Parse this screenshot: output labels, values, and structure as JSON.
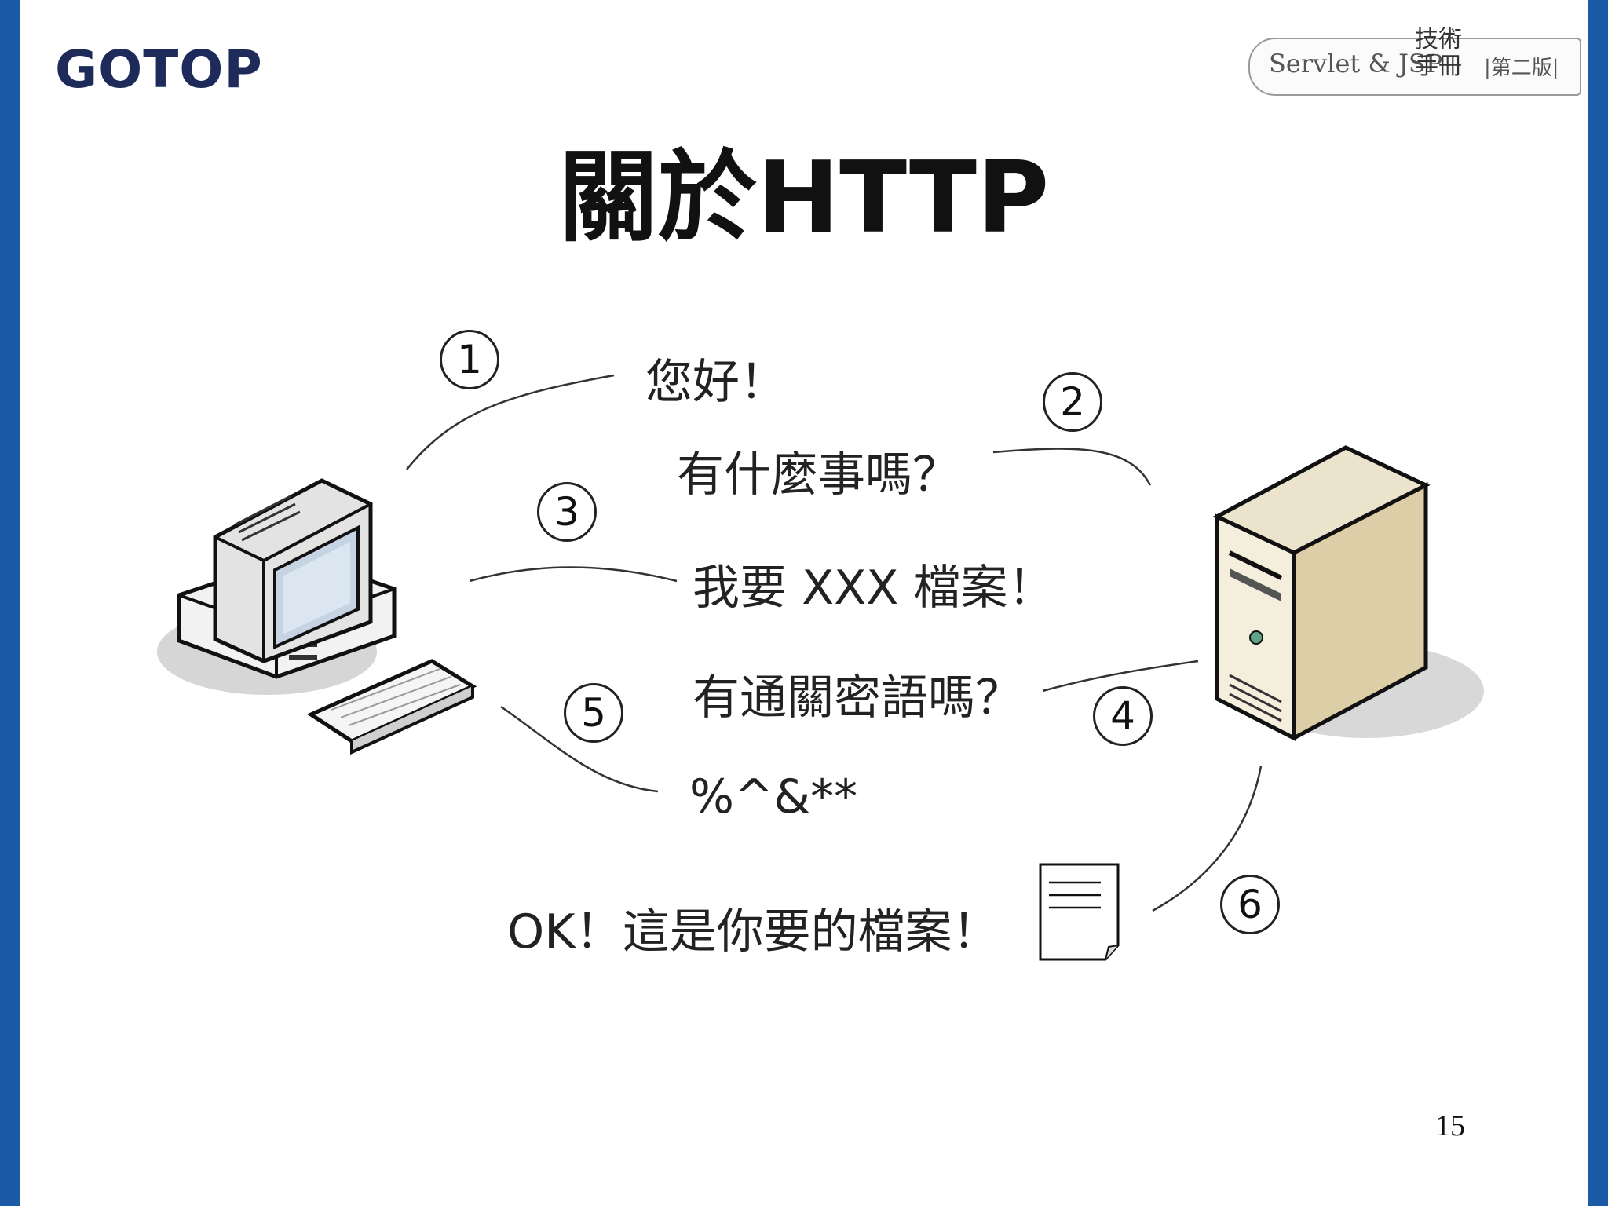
{
  "header": {
    "logo": "GOTOP",
    "badge_name": "Servlet & JSP",
    "badge_brush": "技術手冊",
    "badge_edition": "|第二版|"
  },
  "title": "關於HTTP",
  "steps": [
    {
      "number": "1",
      "text": "您好！"
    },
    {
      "number": "2",
      "text": "有什麼事嗎？"
    },
    {
      "number": "3",
      "text": "我要 XXX 檔案！"
    },
    {
      "number": "4",
      "text": "有通關密語嗎？"
    },
    {
      "number": "5",
      "text": "%^&**"
    },
    {
      "number": "6",
      "text": "OK！這是你要的檔案！"
    }
  ],
  "page_number": "15",
  "colors": {
    "side_bar": "#1a5aa6",
    "logo": "#1d2a5a",
    "text": "#222222"
  },
  "icons": [
    "desktop-computer-icon",
    "tower-server-icon",
    "document-icon"
  ]
}
